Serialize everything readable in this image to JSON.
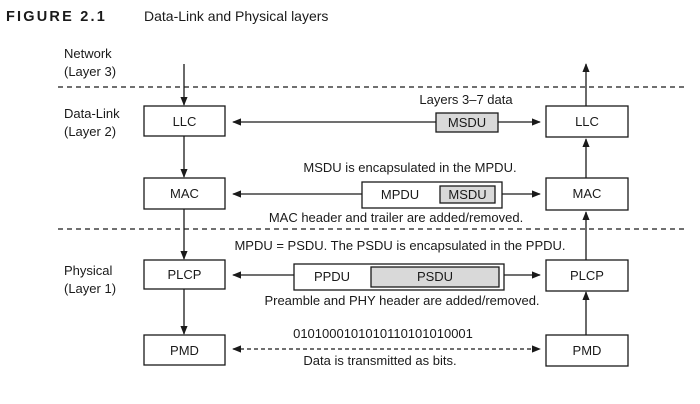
{
  "figure": {
    "label": "FIGURE 2.1",
    "title": "Data-Link and Physical layers"
  },
  "layers": {
    "network": [
      "Network",
      "(Layer 3)"
    ],
    "datalink": [
      "Data-Link",
      "(Layer 2)"
    ],
    "physical": [
      "Physical",
      "(Layer 1)"
    ]
  },
  "boxes": {
    "llc_left": "LLC",
    "llc_right": "LLC",
    "mac_left": "MAC",
    "mac_right": "MAC",
    "plcp_left": "PLCP",
    "plcp_right": "PLCP",
    "pmd_left": "PMD",
    "pmd_right": "PMD"
  },
  "frames": {
    "msdu": "MSDU",
    "mpdu": "MPDU",
    "mpdu_msdu": "MSDU",
    "ppdu": "PPDU",
    "psdu": "PSDU"
  },
  "notes": {
    "layers_data": "Layers 3–7 data",
    "msdu_encapsulated": "MSDU is encapsulated in the MPDU.",
    "mac_header": "MAC header and trailer are added/removed.",
    "mpdu_psdu": "MPDU = PSDU. The PSDU is encapsulated in the PPDU.",
    "preamble": "Preamble and PHY header are added/removed.",
    "bits": "0101000101010110101010001",
    "transmitted": "Data is transmitted as bits."
  },
  "colors": {
    "stroke": "#1a1a1a",
    "grey_fill": "#d9d9d9",
    "background": "#ffffff"
  }
}
